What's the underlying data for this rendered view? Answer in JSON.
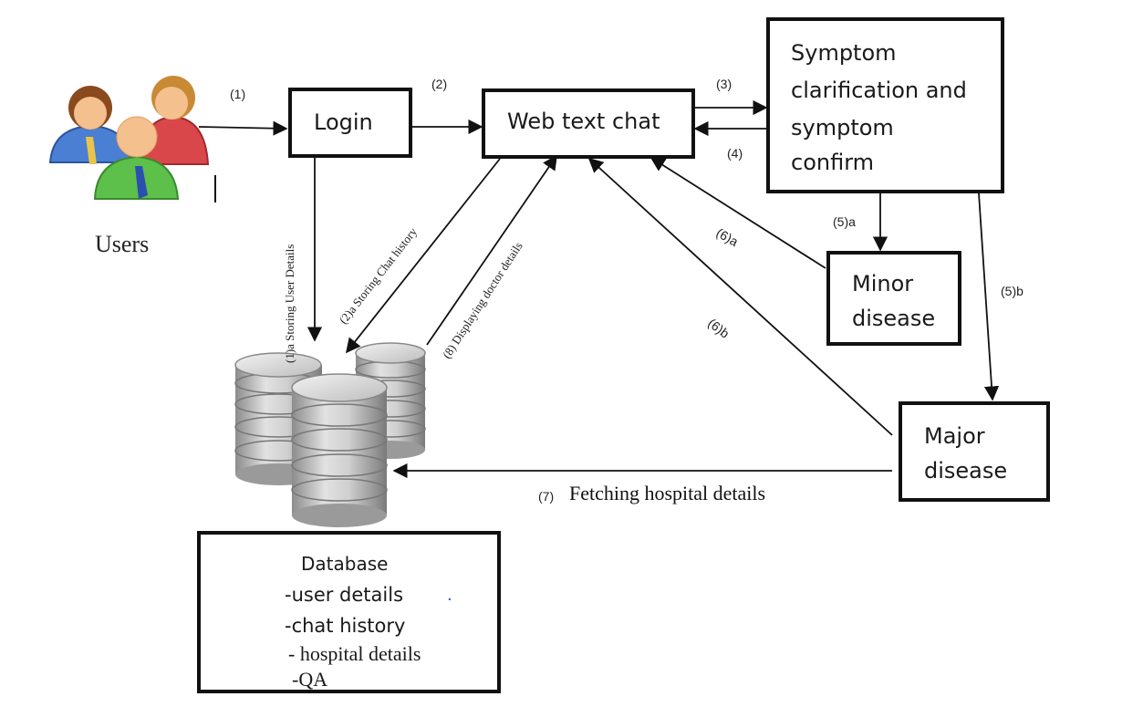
{
  "users": {
    "label": "Users",
    "cursor_mark": "I"
  },
  "login": {
    "label": "Login"
  },
  "webchat": {
    "label": "Web text chat"
  },
  "symptom": {
    "lines": [
      "Symptom",
      "clarification and",
      "symptom",
      "confirm"
    ]
  },
  "minor": {
    "lines": [
      "Minor",
      "disease"
    ]
  },
  "major": {
    "lines": [
      "Major",
      "disease"
    ]
  },
  "database": {
    "title": "Database",
    "items": [
      "-user details",
      "-chat history",
      "- hospital details",
      "-QA"
    ],
    "dot": "."
  },
  "edges": {
    "e1": "(1)",
    "e2": "(2)",
    "e3": "(3)",
    "e4": "(4)",
    "e5a": "(5)a",
    "e5b": "(5)b",
    "e6a": "(6)a",
    "e6b": "(6)b",
    "e1a": "(1)a  Storing User  Details",
    "e2a": "(2)a  Storing Chat history",
    "e8": "(8) Displaying doctor details",
    "e7_num": "(7)",
    "e7_text": "Fetching hospital details"
  },
  "icons": {
    "users": "users-group-icon",
    "database": "database-stack-icon"
  }
}
